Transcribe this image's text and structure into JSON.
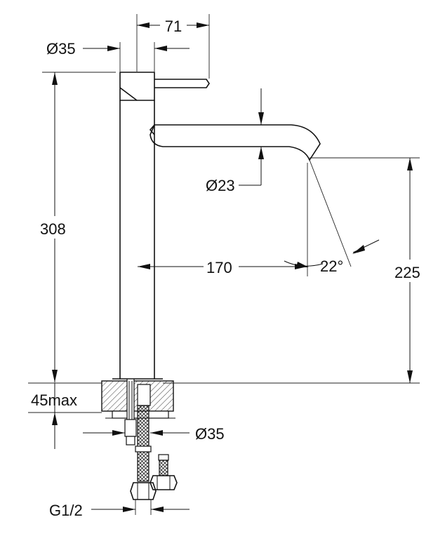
{
  "dimensions": {
    "lever_offset": "71",
    "top_diameter": "Ø35",
    "spout_diameter": "Ø23",
    "total_height": "308",
    "spout_reach": "170",
    "outlet_angle": "22°",
    "outlet_height": "225",
    "mounting_thickness": "45max",
    "base_diameter": "Ø35",
    "connection_thread": "G1/2"
  },
  "colors": {
    "line": "#111111",
    "hatch": "#444444",
    "background": "#ffffff"
  }
}
